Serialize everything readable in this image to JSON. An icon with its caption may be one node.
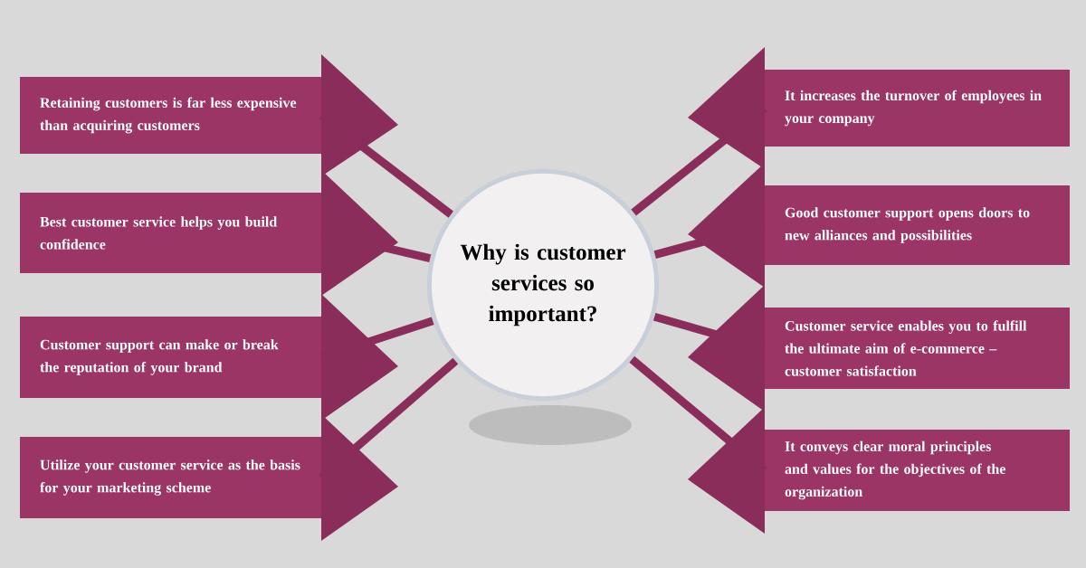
{
  "diagram": {
    "nodes": [
      {
        "text": [
          "Why is customer services so important?"
        ]
      },
      {
        "text": [
          "Retaining customers is far less expensive than acquiring customers"
        ]
      },
      {
        "text": [
          "Best customer service helps you build confidence"
        ]
      },
      {
        "text": [
          "Customer support can make or break the reputation of your brand"
        ]
      },
      {
        "text": [
          "Utilize your customer service as the basis for your marketing scheme"
        ]
      },
      {
        "text": [
          "It increases the turnover of employees in your company"
        ]
      },
      {
        "text": [
          "Good customer support opens doors to new alliances and possibilities"
        ]
      },
      {
        "text": [
          "Customer service enables you to fulfill the ultimate aim of e-commerce – customer satisfaction"
        ]
      },
      {
        "text": [
          "It conveys clear moral principles and values for the objectives of the organization"
        ]
      }
    ],
    "edges": [
      {
        "from": 1,
        "to": 0,
        "arrow": "none"
      },
      {
        "from": 2,
        "to": 0,
        "arrow": "none"
      },
      {
        "from": 3,
        "to": 0,
        "arrow": "none"
      },
      {
        "from": 4,
        "to": 0,
        "arrow": "none"
      },
      {
        "from": 5,
        "to": 0,
        "arrow": "none"
      },
      {
        "from": 6,
        "to": 0,
        "arrow": "none"
      },
      {
        "from": 7,
        "to": 0,
        "arrow": "none"
      },
      {
        "from": 8,
        "to": 0,
        "arrow": "none"
      }
    ]
  }
}
